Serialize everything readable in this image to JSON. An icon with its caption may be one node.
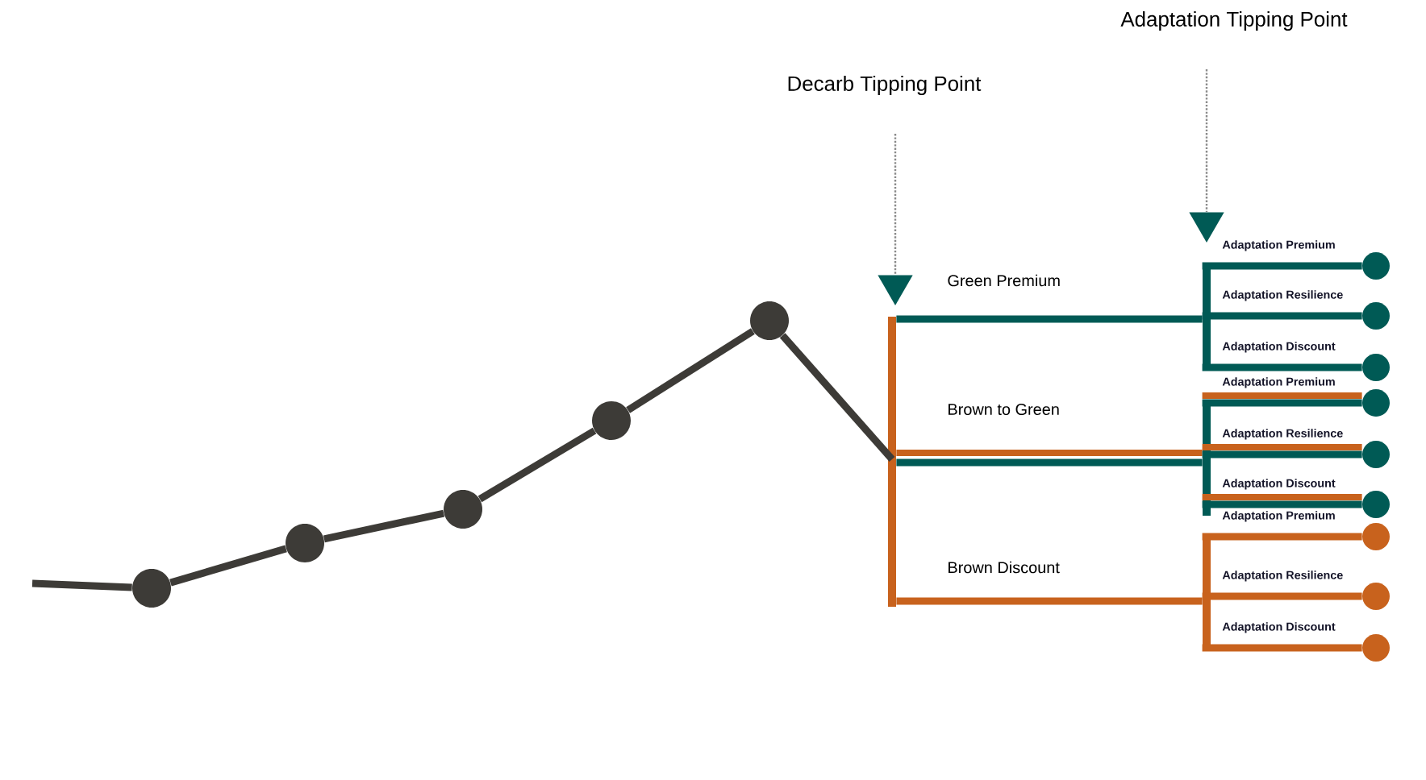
{
  "diagram": {
    "nodes": [
      {
        "text": [
          "Decarb Tipping Point"
        ]
      },
      {
        "text": [],
        "shape": "triangle"
      },
      {
        "text": [
          "Adaptation Tipping Point"
        ]
      },
      {
        "text": [],
        "shape": "triangle"
      },
      {
        "text": [],
        "shape": "circle"
      },
      {
        "text": [],
        "shape": "circle"
      },
      {
        "text": [],
        "shape": "circle"
      },
      {
        "text": [],
        "shape": "circle"
      },
      {
        "text": [],
        "shape": "circle"
      },
      {
        "text": [],
        "shape": "bar"
      },
      {
        "text": [],
        "shape": "bar"
      },
      {
        "text": [],
        "shape": "bar"
      },
      {
        "text": [],
        "shape": "bar"
      },
      {
        "text": [],
        "shape": "circle"
      },
      {
        "text": [],
        "shape": "circle"
      },
      {
        "text": [],
        "shape": "circle"
      },
      {
        "text": [],
        "shape": "circle"
      },
      {
        "text": [],
        "shape": "circle"
      },
      {
        "text": [],
        "shape": "circle"
      },
      {
        "text": [],
        "shape": "circle"
      },
      {
        "text": [],
        "shape": "circle"
      },
      {
        "text": [],
        "shape": "circle"
      }
    ],
    "labels": [
      "Adaptation Premium",
      "Adaptation Resilience",
      "Adaptation Discount",
      "Adaptation Premium",
      "Adaptation Resilience",
      "Adaptation Discount",
      "Adaptation Premium",
      "Adaptation Resilience",
      "Adaptation Discount"
    ],
    "edges": [
      {
        "from": 0,
        "to": 1,
        "arrow": "none",
        "style": "dashed",
        "color": "#8a8a8a"
      },
      {
        "from": 2,
        "to": 3,
        "arrow": "none",
        "style": "dashed",
        "color": "#8a8a8a"
      },
      {
        "from": null,
        "to": 4,
        "arrow": "none",
        "color": "#3d3b37"
      },
      {
        "from": 4,
        "to": 5,
        "arrow": "none",
        "color": "#3d3b37"
      },
      {
        "from": 5,
        "to": 6,
        "arrow": "none",
        "color": "#3d3b37"
      },
      {
        "from": 6,
        "to": 7,
        "arrow": "none",
        "color": "#3d3b37"
      },
      {
        "from": 7,
        "to": 8,
        "arrow": "none",
        "color": "#3d3b37"
      },
      {
        "from": 8,
        "to": 9,
        "arrow": "none",
        "color": "#3d3b37"
      },
      {
        "from": 9,
        "to": 10,
        "arrow": "none",
        "label": "Green Premium"
      },
      {
        "from": 9,
        "to": 11,
        "arrow": "none",
        "label": "Brown to Green"
      },
      {
        "from": 9,
        "to": 12,
        "arrow": "none",
        "label": "Brown Discount",
        "color": "#c8621d"
      },
      {
        "from": 10,
        "to": 13,
        "arrow": "none"
      },
      {
        "from": 10,
        "to": 14,
        "arrow": "none"
      },
      {
        "from": 10,
        "to": 15,
        "arrow": "none"
      },
      {
        "from": 11,
        "to": 16,
        "arrow": "none"
      },
      {
        "from": 11,
        "to": 17,
        "arrow": "none"
      },
      {
        "from": 11,
        "to": 18,
        "arrow": "none"
      },
      {
        "from": 12,
        "to": 19,
        "arrow": "none",
        "color": "#c8621d"
      },
      {
        "from": 12,
        "to": 20,
        "arrow": "none",
        "color": "#c8621d"
      },
      {
        "from": 12,
        "to": 21,
        "arrow": "none",
        "color": "#c8621d"
      }
    ]
  }
}
